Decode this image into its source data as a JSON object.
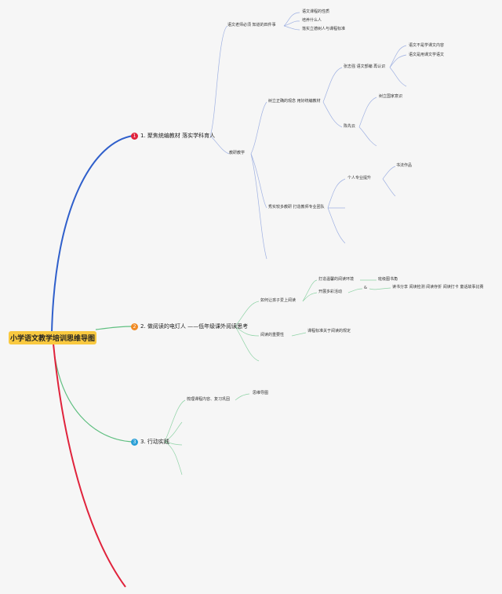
{
  "root": {
    "title": "小学语文教学培训思维导图"
  },
  "colors": {
    "blue": "#2f5fcb",
    "green": "#5fbf80",
    "red": "#e0233c",
    "sub": "#9fb1e2",
    "rootBg": "#f9c940"
  },
  "branches": {
    "b1": {
      "badge": "1",
      "title": "1. 聚焦统编教材 落实学科育人",
      "l2a": "语文老师必须 知道的四件事",
      "l2a_items": [
        "语文课程的性质",
        "培养什么人",
        "落实立德树人与课程标准"
      ],
      "l2b": "教研教学",
      "l3a": "树立正确的观念 用好统编教材",
      "l4a": "张志强 语文部编 再认识",
      "l4a_items": [
        "语文不是学课文内容",
        "语文是用课文学语文"
      ],
      "l4b": "陈先云",
      "l4b_item": "树立国家意识",
      "l3b": "秀实较多教研 打造教师专业团队",
      "l4c": "个人专业提升",
      "l4c_item": "书法作品"
    },
    "b2": {
      "badge": "2",
      "title": "2. 做阅读的电灯人 ——低年级课外阅读思考",
      "l2a": "如何让孩子爱上阅读",
      "l3a": "打造温馨的阅读环境",
      "l3a_item": "班级图书角",
      "l3b": "开展多彩活动",
      "l3b_mid": "&",
      "l3b_item": "读书分享 阅读检测 阅读存折 阅读打卡 童话故事比赛",
      "l2b": "阅读的重要性",
      "l2b_item": "课程标准关于阅读的规定"
    },
    "b3": {
      "badge": "3",
      "title": "3. 行动实践",
      "l2a": "梳理课程内容、复习巩固",
      "l2a_item": "思维导图"
    }
  }
}
